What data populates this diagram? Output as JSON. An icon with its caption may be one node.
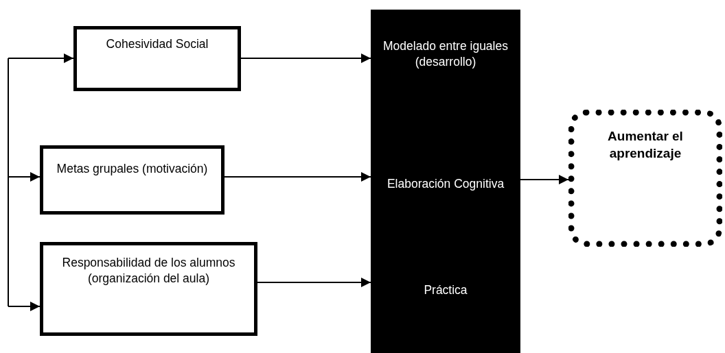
{
  "diagram": {
    "nodes": [
      {
        "text": [
          "Cohesividad Social"
        ]
      },
      {
        "text": [
          "Metas grupales (motivación)"
        ]
      },
      {
        "text": [
          "Responsabilidad de los alumnos (organización del aula)"
        ]
      },
      {
        "text": [
          "Modelado entre iguales (desarrollo)",
          "Elaboración Cognitiva",
          "Práctica"
        ]
      },
      {
        "text": [
          "Aumentar el aprendizaje"
        ]
      }
    ],
    "edges": [
      {
        "from": null,
        "to": 0,
        "arrow": "to"
      },
      {
        "from": null,
        "to": 1,
        "arrow": "to"
      },
      {
        "from": null,
        "to": 2,
        "arrow": "to"
      },
      {
        "from": 0,
        "to": 3,
        "arrow": "to"
      },
      {
        "from": 1,
        "to": 3,
        "arrow": "to"
      },
      {
        "from": 2,
        "to": 3,
        "arrow": "to"
      },
      {
        "from": 3,
        "to": 4,
        "arrow": "to"
      }
    ]
  }
}
